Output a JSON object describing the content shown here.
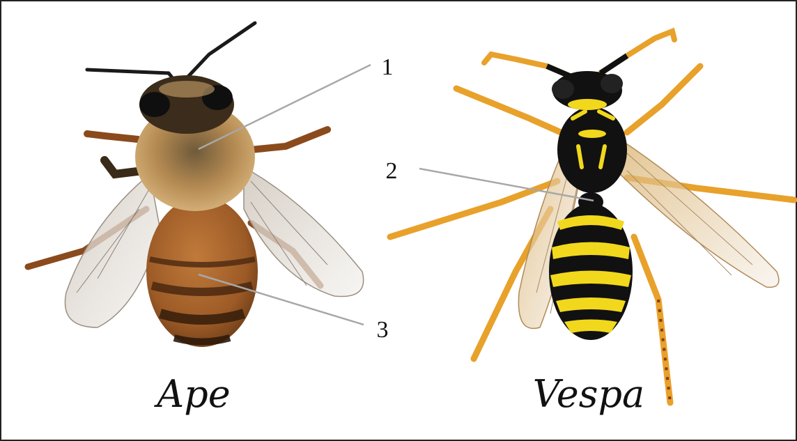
{
  "callouts": [
    {
      "number": "1"
    },
    {
      "number": "2"
    },
    {
      "number": "3"
    }
  ],
  "species": {
    "left": "Ape",
    "right": "Vespa"
  },
  "colors": {
    "frame": "#222222",
    "leader_line": "#a8a8a8",
    "bee_fur": "#b9894a",
    "bee_abdomen": "#a9652b",
    "wasp_black": "#111111",
    "wasp_yellow": "#f2d81c",
    "wasp_legs": "#e8a12a",
    "wing": "#e7e2dc"
  }
}
